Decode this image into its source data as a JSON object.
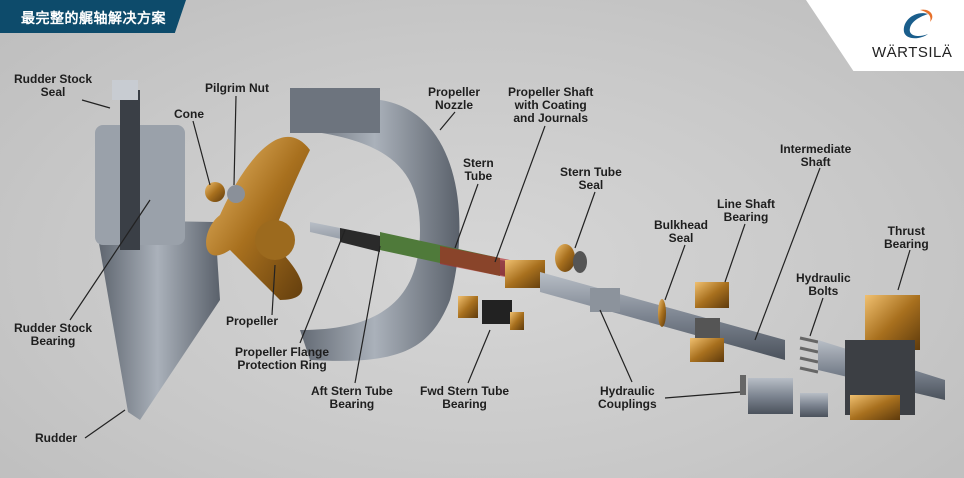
{
  "header": {
    "title": "最完整的艉轴解决方案"
  },
  "logo": {
    "brand": "WÄRTSILÄ"
  },
  "colors": {
    "header_bg": "#0d4b6b",
    "logo_blue": "#1a5e8c",
    "logo_orange": "#e7702a"
  },
  "labels": {
    "rudder_stock_seal": "Rudder Stock\nSeal",
    "pilgrim_nut": "Pilgrim Nut",
    "cone": "Cone",
    "propeller_nozzle": "Propeller\nNozzle",
    "propeller_shaft": "Propeller Shaft\nwith Coating\nand Journals",
    "stern_tube": "Stern\nTube",
    "stern_tube_seal": "Stern Tube\nSeal",
    "intermediate_shaft": "Intermediate\nShaft",
    "line_shaft_bearing": "Line Shaft\nBearing",
    "bulkhead_seal": "Bulkhead\nSeal",
    "thrust_bearing": "Thrust\nBearing",
    "hydraulic_bolts": "Hydraulic\nBolts",
    "rudder_stock_bearing": "Rudder Stock\nBearing",
    "propeller": "Propeller",
    "propeller_flange_ring": "Propeller Flange\nProtection Ring",
    "aft_stern_tube_bearing": "Aft Stern Tube\nBearing",
    "fwd_stern_tube_bearing": "Fwd Stern Tube\nBearing",
    "hydraulic_couplings": "Hydraulic\nCouplings",
    "rudder": "Rudder"
  }
}
